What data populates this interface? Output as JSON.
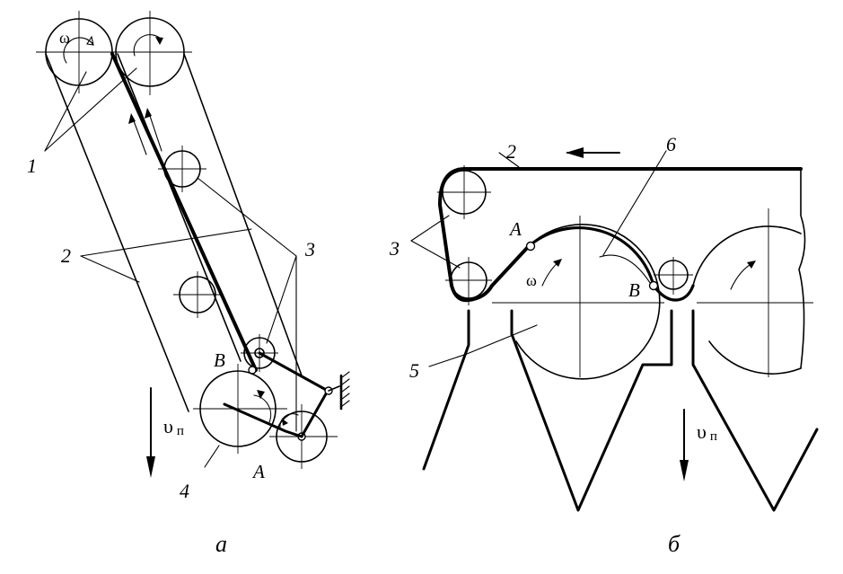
{
  "figure_a": {
    "caption": "а",
    "labels": {
      "l1": "1",
      "l2": "2",
      "l3": "3",
      "l4": "4",
      "pA": "A",
      "pB": "B",
      "omega": "ω",
      "velocity": "υ",
      "velocity_sub": "п"
    }
  },
  "figure_b": {
    "caption": "б",
    "labels": {
      "l2": "2",
      "l3": "3",
      "l5": "5",
      "l6": "6",
      "pA": "A",
      "pB": "B",
      "omega": "ω",
      "velocity": "υ",
      "velocity_sub": "п"
    }
  },
  "colors": {
    "ink": "#000000",
    "paper": "#ffffff"
  }
}
